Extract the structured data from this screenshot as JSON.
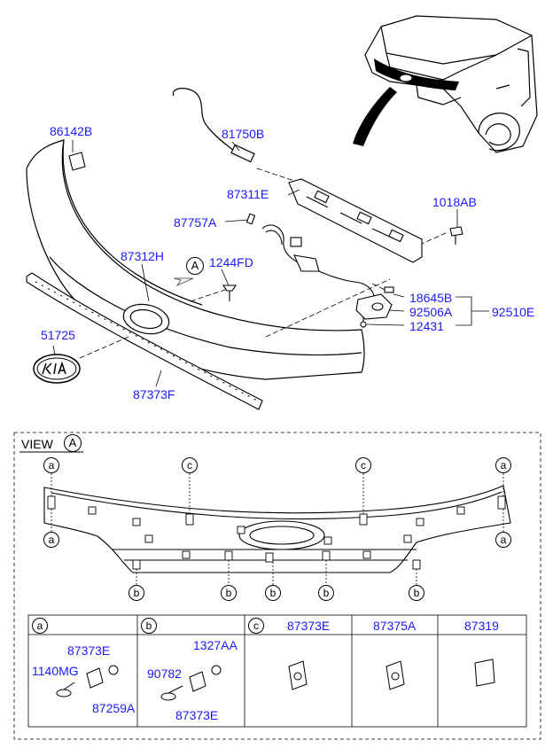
{
  "parts": {
    "p86142B": "86142B",
    "p81750B": "81750B",
    "p87311E": "87311E",
    "p1018AB": "1018AB",
    "p87757A": "87757A",
    "p87312H": "87312H",
    "p1244FD": "1244FD",
    "p18645B": "18645B",
    "p92506A": "92506A",
    "p92510E": "92510E",
    "p12431": "12431",
    "p51725": "51725",
    "p87373F": "87373F"
  },
  "view": {
    "title": "VIEW",
    "marker": "A",
    "clip_a": "a",
    "clip_b": "b",
    "clip_c": "c"
  },
  "legend": {
    "col_a": {
      "key": "a",
      "parts": {
        "top": "87373E",
        "left": "1140MG",
        "bottom": "87259A"
      }
    },
    "col_b": {
      "key": "b",
      "parts": {
        "top": "1327AA",
        "left": "90782",
        "bottom": "87373E"
      }
    },
    "col_c": {
      "key": "c",
      "header": "87373E"
    },
    "col_d": {
      "header": "87375A"
    },
    "col_e": {
      "header": "87319"
    }
  }
}
